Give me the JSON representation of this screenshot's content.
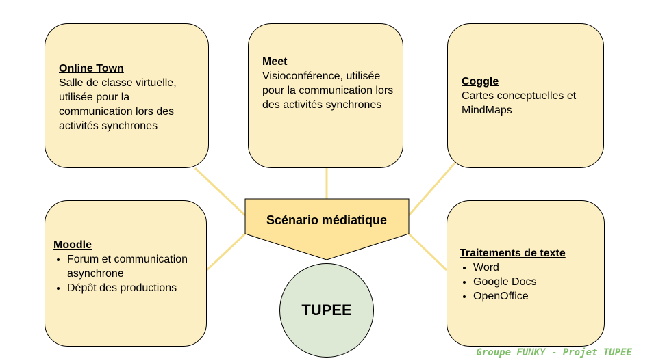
{
  "colors": {
    "card_fill": "#fcefc4",
    "center_fill": "#fde49a",
    "connector": "#f6df8c",
    "circle_fill": "#dde9d4",
    "footer_text": "#7fbf6a"
  },
  "center": {
    "label": "Scénario médiatique"
  },
  "hub": {
    "label": "TUPEE"
  },
  "cards": {
    "online_town": {
      "title": "Online Town",
      "body": "Salle de classe virtuelle, utilisée pour la communication lors des activités synchrones"
    },
    "meet": {
      "title": "Meet",
      "body": "Visioconférence, utilisée pour la communication lors des activités synchrones"
    },
    "coggle": {
      "title": "Coggle",
      "body": "Cartes conceptuelles et MindMaps"
    },
    "moodle": {
      "title": "Moodle",
      "items": [
        "Forum et communication asynchrone",
        "Dépôt des productions"
      ]
    },
    "texte": {
      "title": "Traitements de texte",
      "items": [
        "Word",
        "Google Docs",
        "OpenOffice"
      ]
    }
  },
  "footer": {
    "text": "Groupe FUNKY - Projet TUPEE"
  }
}
